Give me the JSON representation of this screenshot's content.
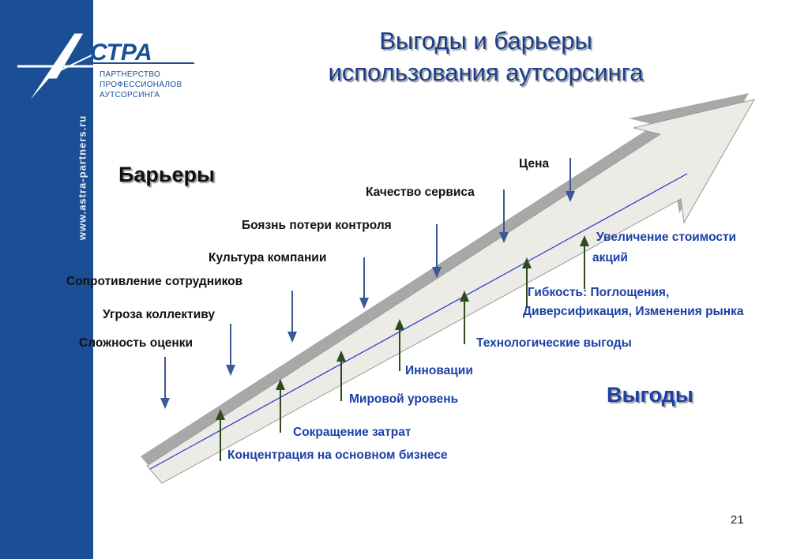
{
  "sidebar": {
    "logo_text": "СТРА",
    "logo_subtitle": [
      "ПАРТНЕРСТВО",
      "ПРОФЕССИОНАЛОВ",
      "АУТСОРСИНГА"
    ],
    "site_url": "www.astra-partners.ru"
  },
  "title": [
    "Выгоды и барьеры",
    "использования аутсорсинга"
  ],
  "barriers": {
    "heading": "Барьеры",
    "items": [
      "Цена",
      "Качество сервиса",
      "Боязнь потери контроля",
      "Культура компании",
      "Сопротивление сотрудников",
      "Угроза коллективу",
      "Сложность оценки"
    ]
  },
  "benefits": {
    "heading": "Выгоды",
    "items": [
      "Увеличение стоимости",
      "акций",
      "Гибкость: Поглощения,",
      "Диверсификация, Изменения рынка",
      "Технологические выгоды",
      "Инновации",
      "Мировой уровень",
      "Сокращение затрат",
      "Концентрация на основном бизнесе"
    ]
  },
  "colors": {
    "sidebar": "#1b4f95",
    "title": "#1b3e8c",
    "benefit_text": "#1b3fa6",
    "barrier_text": "#111111",
    "barrier_arrow": "#3b5998",
    "benefit_arrow": "#2f4a1f"
  },
  "page_number": "21"
}
